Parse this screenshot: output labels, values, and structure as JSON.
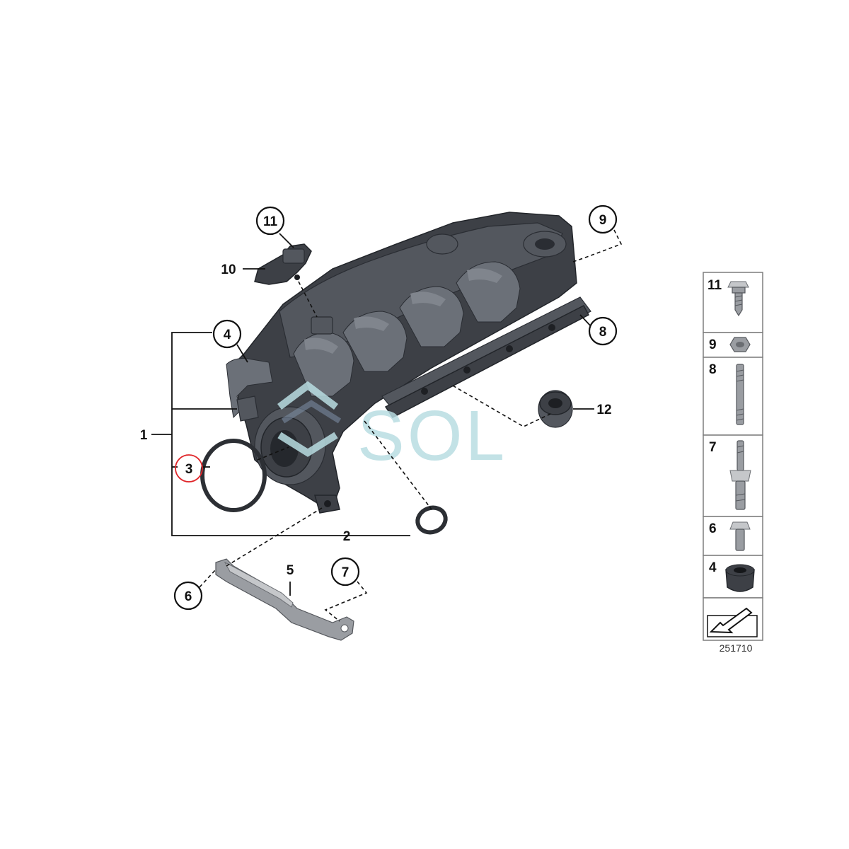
{
  "callouts": {
    "c1": "1",
    "c2": "2",
    "c3": "3",
    "c4": "4",
    "c5": "5",
    "c6": "6",
    "c7": "7",
    "c8": "8",
    "c9": "9",
    "c10": "10",
    "c11": "11",
    "c12": "12"
  },
  "legend": {
    "items": [
      "11",
      "9",
      "8",
      "7",
      "6",
      "4"
    ]
  },
  "diagram_code": "251710",
  "watermark": "SOL",
  "colors": {
    "highlight_ring": "#e0262a",
    "watermark": "#b9dde2"
  }
}
